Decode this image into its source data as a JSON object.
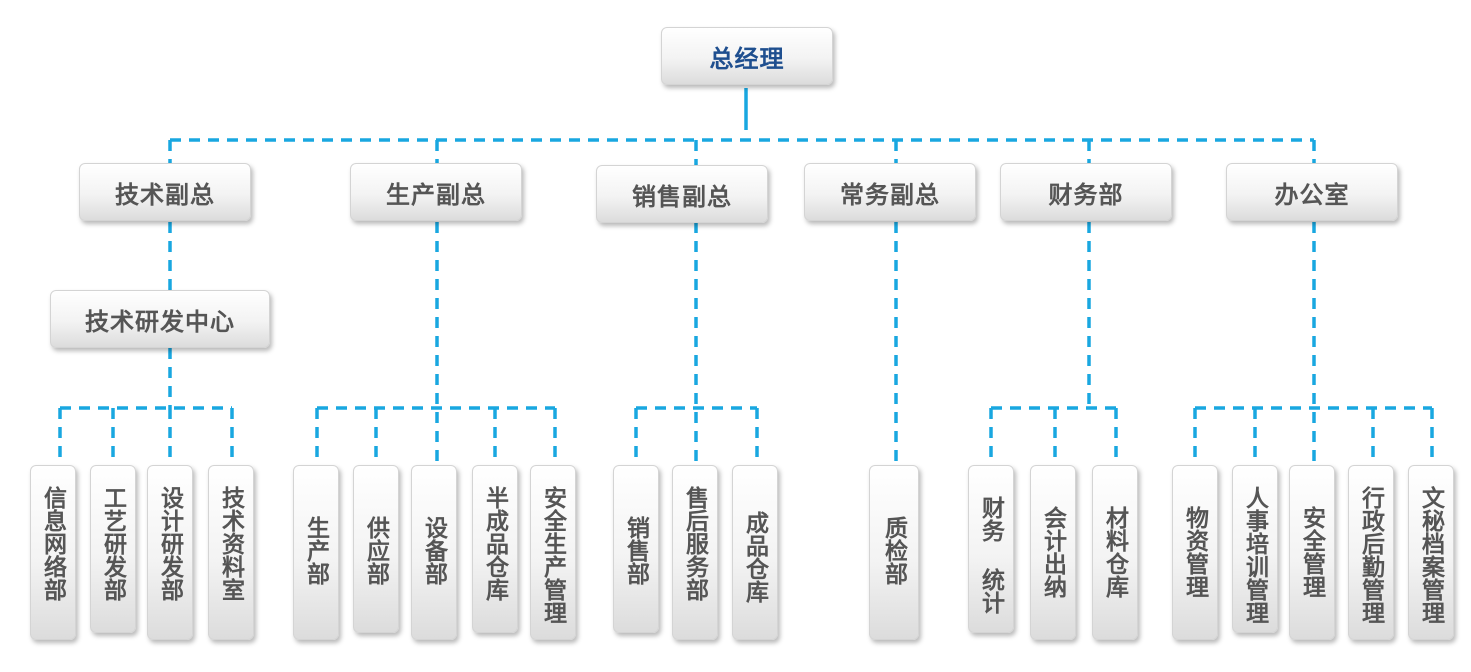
{
  "top": "总经理",
  "level1": [
    "技术副总",
    "生产副总",
    "销售副总",
    "常务副总",
    "财务部",
    "办公室"
  ],
  "tech_center": "技术研发中心",
  "tech_units": [
    "信息网络部",
    "工艺研发部",
    "设计研发部",
    "技术资料室"
  ],
  "prod_units": [
    "生产部",
    "供应部",
    "设备部",
    "半成品仓库",
    "安全生产管理"
  ],
  "sales_units": [
    "销售部",
    "售后服务部",
    "成品仓库"
  ],
  "exec_units": [
    "质检部"
  ],
  "fin_units": [
    "财务 统计",
    "会计出纳",
    "材料仓库"
  ],
  "office_units": [
    "物资管理",
    "人事培训管理",
    "安全管理",
    "行政后勤管理",
    "文秘档案管理"
  ],
  "colors": {
    "connector": "#19a7e0",
    "top_text": "#1f4f8f",
    "text": "#555555"
  }
}
